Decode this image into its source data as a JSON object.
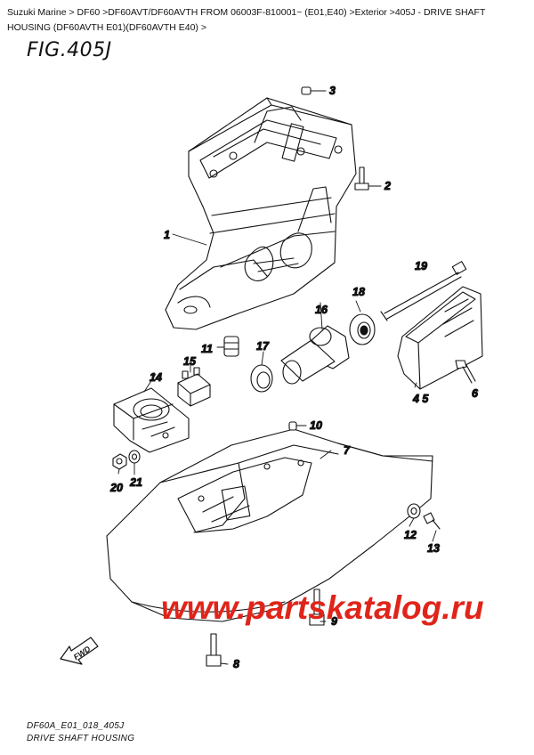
{
  "breadcrumb": "Suzuki Marine > DF60 >DF60AVT/DF60AVTH FROM 06003F-810001~ (E01,E40) >Exterior >405J - DRIVE SHAFT HOUSING (DF60AVTH E01)(DF60AVTH E40) >",
  "figure_title": "FIG.405J",
  "callouts": {
    "c1": "1",
    "c2": "2",
    "c3": "3",
    "c45": "4 5",
    "c6": "6",
    "c7": "7",
    "c8": "8",
    "c9": "9",
    "c10": "10",
    "c11": "11",
    "c12": "12",
    "c13": "13",
    "c14": "14",
    "c15": "15",
    "c16": "16",
    "c17": "17",
    "c18": "18",
    "c19": "19",
    "c20": "20",
    "c21": "21"
  },
  "fwd_label": "FWD",
  "watermark": "www.partskatalog.ru",
  "footer": {
    "code": "DF60A_E01_018_405J",
    "caption": "DRIVE SHAFT HOUSING"
  }
}
